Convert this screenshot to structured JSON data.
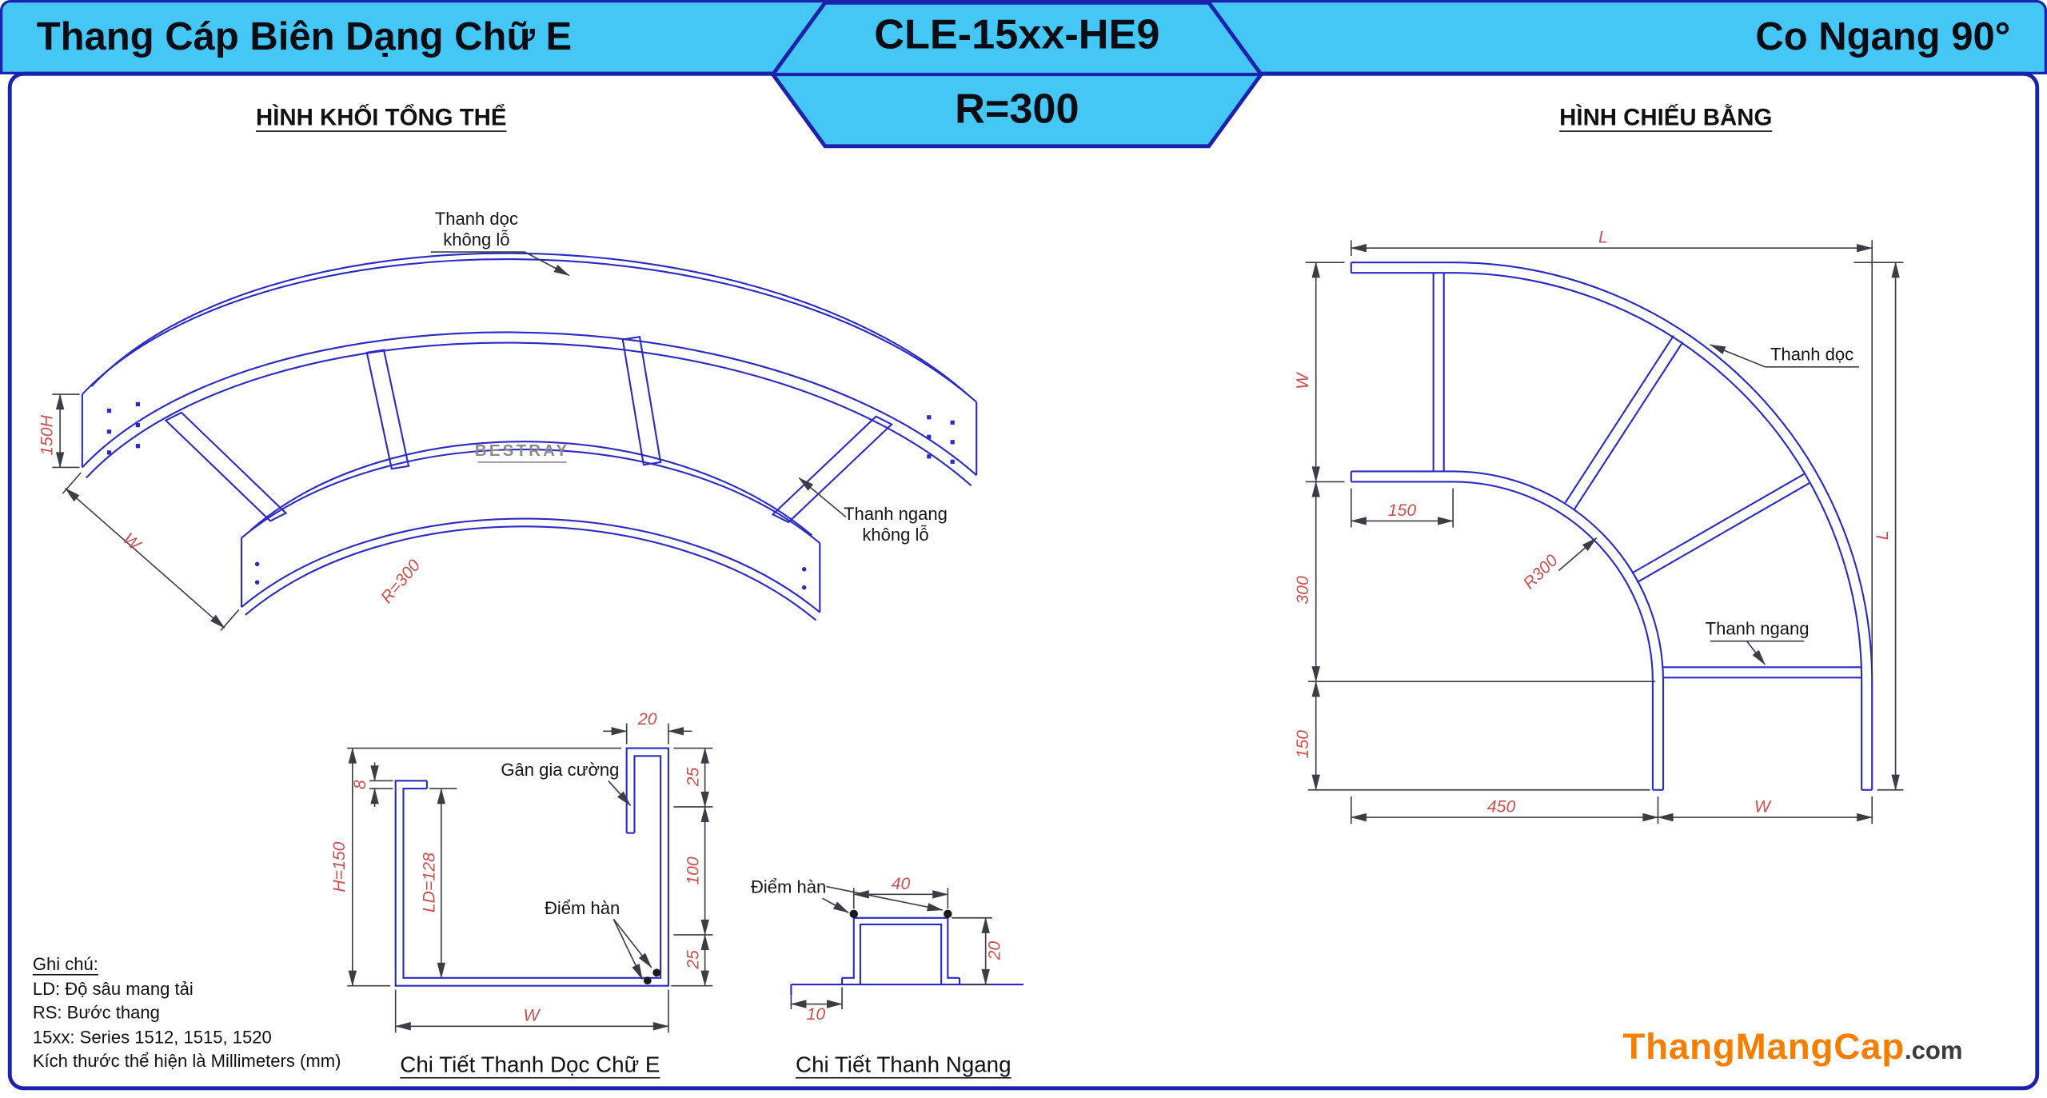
{
  "header": {
    "left_title": "Thang Cáp Biên Dạng Chữ E",
    "model_code": "CLE-15xx-HE9",
    "radius_label": "R=300",
    "right_title": "Co Ngang 90°"
  },
  "overview": {
    "title": "HÌNH KHỐI TỔNG THỂ",
    "labels": {
      "rail_line1": "Thanh dọc",
      "rail_line2": "không lỗ",
      "rung_line1": "Thanh ngang",
      "rung_line2": "không lỗ",
      "brand": "BESTRAY"
    },
    "dims": {
      "height": "150H",
      "width": "W",
      "radius": "R=300"
    }
  },
  "plan": {
    "title": "HÌNH CHIẾU BẰNG",
    "labels": {
      "rail": "Thanh dọc",
      "rung": "Thanh ngang"
    },
    "dims": {
      "l_top": "L",
      "l_right": "L",
      "w_left": "W",
      "w_bottom": "W",
      "d150_top": "150",
      "d300": "300",
      "d150_left": "150",
      "d450": "450",
      "radius": "R300"
    }
  },
  "detail_rail": {
    "title": "Chi Tiết Thanh Dọc Chữ E",
    "labels": {
      "rib": "Gân gia cường",
      "weld": "Điểm hàn"
    },
    "dims": {
      "d20": "20",
      "d25_top": "25",
      "d100": "100",
      "d25_bottom": "25",
      "h": "H=150",
      "ld": "LD=128",
      "d8": "8",
      "w": "W"
    }
  },
  "detail_rung": {
    "title": "Chi Tiết Thanh Ngang",
    "labels": {
      "weld": "Điểm hàn"
    },
    "dims": {
      "d40": "40",
      "d20": "20",
      "d10": "10"
    }
  },
  "notes": {
    "title": "Ghi chú:",
    "lines": [
      "LD: Độ sâu mang tải",
      "RS: Bước thang",
      "15xx: Series 1512, 1515, 1520",
      "Kích thước thể hiện là Millimeters (mm)"
    ]
  },
  "logo": {
    "name": "ThangMangCap",
    "tld": ".com"
  },
  "colors": {
    "header_bg": "#44c7f4",
    "frame": "#1d22ad",
    "line": "#2b2bc4",
    "dim_text": "#c9504f",
    "logo": "#f57e00"
  }
}
